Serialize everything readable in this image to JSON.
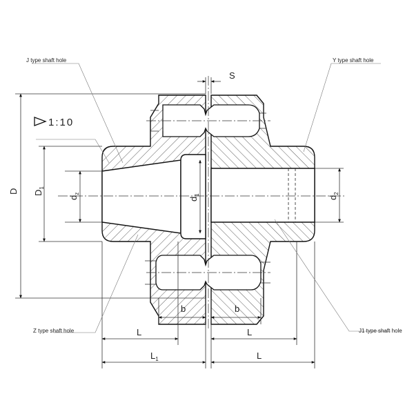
{
  "labels": {
    "j_type": "J type shaft hole",
    "y_type": "Y type shaft hole",
    "z_type": "Z type shaft hole",
    "j1_type": "J1 type shaft hole",
    "taper": "1:10",
    "s": "S",
    "D": "D",
    "D1": "D",
    "D1_sub": "1",
    "dz": "d",
    "dz_sub": "z",
    "d1": "d",
    "d1_sub": "1",
    "d2": "d",
    "d2_sub": "2",
    "b_left": "b",
    "b_right": "b",
    "L_left": "L",
    "L_right": "L",
    "L1": "L",
    "L1_sub": "1",
    "L_bottom_right": "L"
  }
}
